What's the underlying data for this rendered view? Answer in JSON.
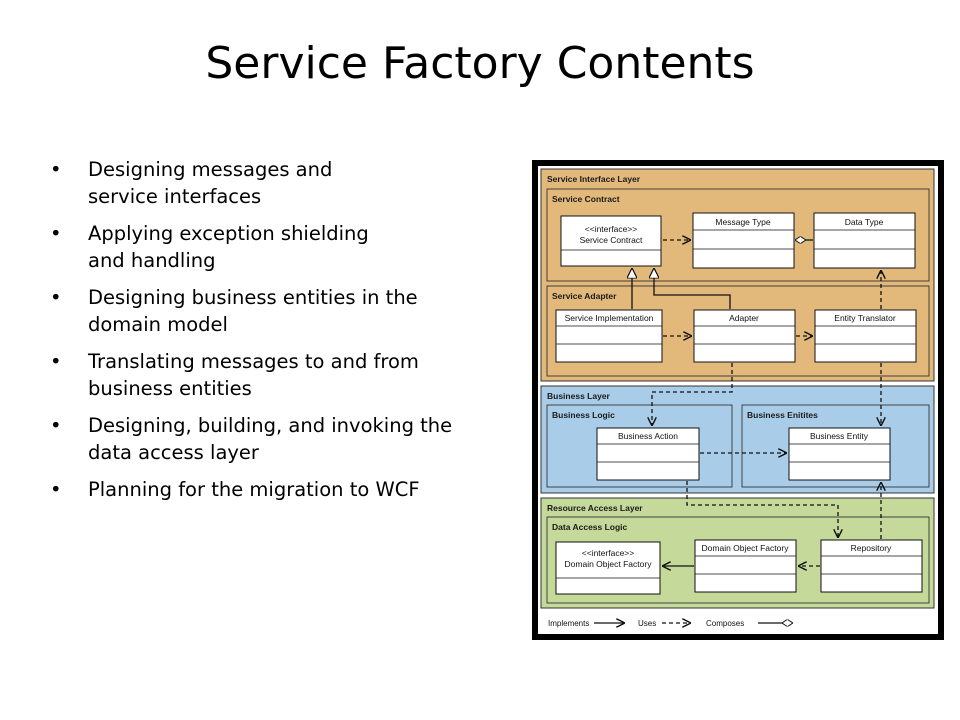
{
  "slide": {
    "title": "Service Factory Contents",
    "bullets": [
      {
        "lines": [
          "Designing messages and",
          "service interfaces"
        ]
      },
      {
        "lines": [
          "Applying exception shielding",
          "and handling"
        ]
      },
      {
        "lines": [
          "Designing business entities in the",
          "domain model"
        ]
      },
      {
        "lines": [
          "Translating messages to and from",
          "business entities"
        ]
      },
      {
        "lines": [
          "Designing, building, and invoking the",
          "data access layer"
        ]
      },
      {
        "lines": [
          "Planning for the migration to WCF"
        ]
      }
    ]
  },
  "diagram": {
    "colors": {
      "service_layer": "#e2b97a",
      "business_layer": "#a9cde9",
      "resource_layer": "#c4d99a",
      "box_fill": "#ffffff",
      "legend_bg": "#ffffff"
    },
    "service_interface_layer": {
      "title": "Service Interface Layer",
      "service_contract": {
        "title": "Service Contract",
        "service_contract_box": [
          "<<interface>>",
          "Service Contract"
        ],
        "message_type": "Message Type",
        "data_type": "Data Type"
      },
      "service_adapter": {
        "title": "Service Adapter",
        "service_implementation": "Service Implementation",
        "adapter": "Adapter",
        "entity_translator": "Entity Translator"
      }
    },
    "business_layer": {
      "title": "Business Layer",
      "business_logic": {
        "title": "Business Logic",
        "business_action": "Business Action"
      },
      "business_entities": {
        "title": "Business Enitites",
        "business_entity": "Business Entity"
      }
    },
    "resource_access_layer": {
      "title": "Resource Access Layer",
      "data_access_logic": {
        "title": "Data Access Logic",
        "domain_object_factory_interface": [
          "<<interface>>",
          "Domain Object Factory"
        ],
        "domain_object_factory": "Domain Object Factory",
        "repository": "Repository"
      }
    },
    "legend": {
      "implements": "Implements",
      "uses": "Uses",
      "composes": "Composes"
    }
  }
}
